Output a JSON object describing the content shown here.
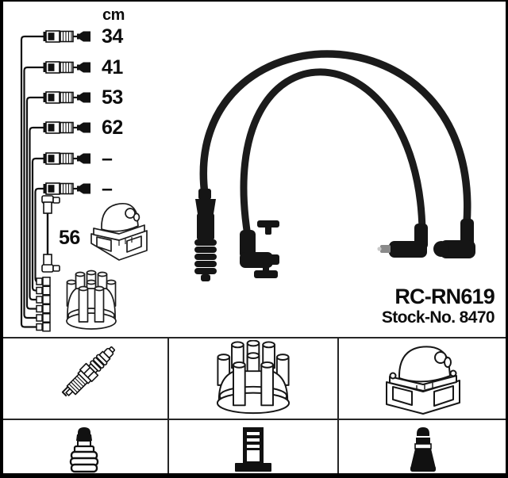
{
  "colors": {
    "background": "#ffffff",
    "ink": "#111111",
    "cable_black": "#1a1a1a",
    "frame": "#000000"
  },
  "measurements": {
    "unit_header": "cm",
    "values": [
      "34",
      "41",
      "53",
      "62",
      "–",
      "–"
    ],
    "coil_wire_length": "56"
  },
  "product": {
    "part_number": "RC-RN619",
    "stock_number": "Stock-No. 8470"
  },
  "legend": {
    "row1": [
      "spark-plug",
      "distributor-cap",
      "ignition-coil"
    ],
    "row2": [
      "plug-terminal",
      "distributor-boot",
      "coil-boot"
    ]
  }
}
